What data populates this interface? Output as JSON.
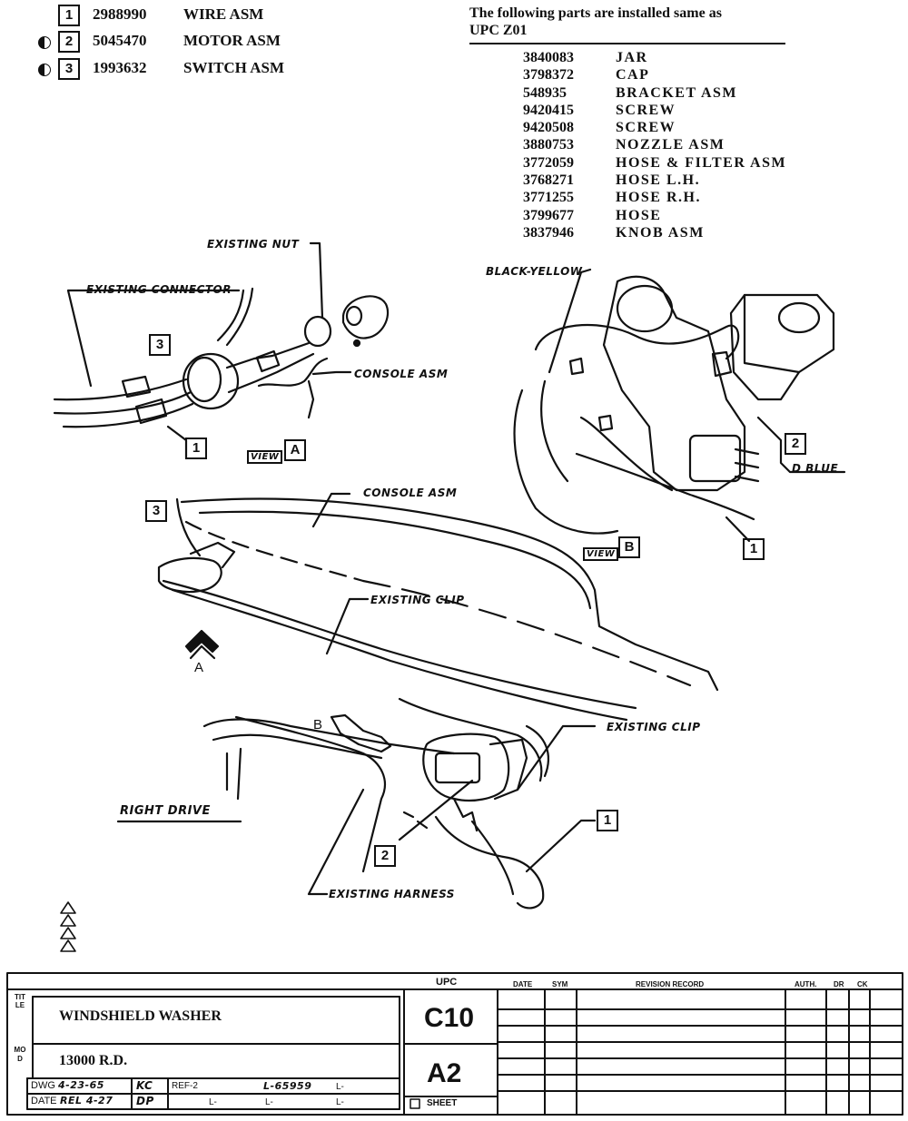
{
  "parts_list": [
    {
      "num": "1",
      "part": "2988990",
      "name": "WIRE ASM",
      "marker": false
    },
    {
      "num": "2",
      "part": "5045470",
      "name": "MOTOR ASM",
      "marker": true
    },
    {
      "num": "3",
      "part": "1993632",
      "name": "SWITCH ASM",
      "marker": true
    }
  ],
  "installed_same": {
    "heading_line1": "The following parts are installed same as",
    "heading_line2": "UPC Z01",
    "items": [
      {
        "part": "3840083",
        "name": "JAR"
      },
      {
        "part": "3798372",
        "name": "CAP"
      },
      {
        "part": "548935",
        "name": "BRACKET ASM"
      },
      {
        "part": "9420415",
        "name": "SCREW"
      },
      {
        "part": "9420508",
        "name": "SCREW"
      },
      {
        "part": "3880753",
        "name": "NOZZLE ASM"
      },
      {
        "part": "3772059",
        "name": "HOSE & FILTER ASM"
      },
      {
        "part": "3768271",
        "name": "HOSE L.H."
      },
      {
        "part": "3771255",
        "name": "HOSE R.H."
      },
      {
        "part": "3799677",
        "name": "HOSE"
      },
      {
        "part": "3837946",
        "name": "KNOB ASM"
      }
    ]
  },
  "callouts": {
    "existing_nut": "EXISTING NUT",
    "existing_connector": "EXISTING CONNECTOR",
    "console_asm_a": "CONSOLE ASM",
    "view_a": "VIEW",
    "view_a_letter": "A",
    "black_yellow": "BLACK-YELLOW",
    "d_blue": "D BLUE",
    "view_b": "VIEW",
    "view_b_letter": "B",
    "console_asm": "CONSOLE ASM",
    "existing_clip_1": "EXISTING CLIP",
    "existing_clip_2": "EXISTING CLIP",
    "right_drive": "RIGHT DRIVE",
    "existing_harness": "EXISTING HARNESS",
    "arrow_a": "A",
    "arrow_b": "B",
    "box_1a": "1",
    "box_3a": "3",
    "box_2b": "2",
    "box_1b": "1",
    "box_3c": "3",
    "box_1c": "1",
    "box_2c": "2"
  },
  "title_block": {
    "title_side": "TITLE",
    "title": "WINDSHIELD WASHER",
    "model_side": "MOD",
    "model": "13000 R.D.",
    "dwg_label": "DWG",
    "dwg_value": "4-23-65",
    "dwg_initials": "KC",
    "date_label": "DATE",
    "date_value": "REL 4-27",
    "date_initials": "DP",
    "ref_label": "REF-2",
    "l_value": "L-65959",
    "l1": "L-",
    "l2": "L-",
    "l3": "L-",
    "l4": "L-",
    "upc_label": "UPC",
    "upc_code": "C10",
    "sheet_code": "A2",
    "sheet_label": "SHEET",
    "rev_headers": [
      "DATE",
      "SYM",
      "REVISION RECORD",
      "AUTH.",
      "DR",
      "CK"
    ]
  }
}
